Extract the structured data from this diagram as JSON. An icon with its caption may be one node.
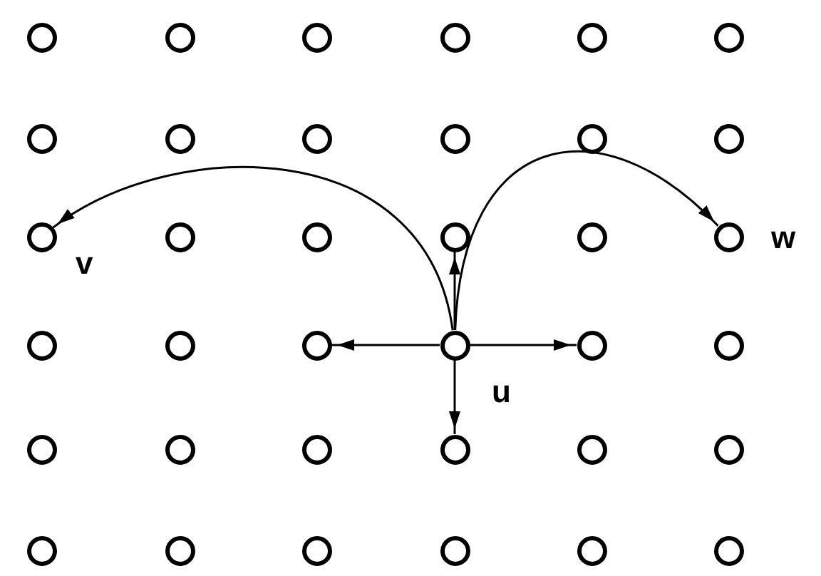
{
  "diagram": {
    "nodes": [
      {
        "text": [],
        "shape": "circle"
      },
      {
        "text": [],
        "shape": "circle"
      },
      {
        "text": [],
        "shape": "circle"
      },
      {
        "text": [],
        "shape": "circle"
      },
      {
        "text": [],
        "shape": "circle"
      },
      {
        "text": [],
        "shape": "circle"
      },
      {
        "text": [],
        "shape": "circle"
      },
      {
        "text": [],
        "shape": "circle"
      },
      {
        "text": [],
        "shape": "circle"
      },
      {
        "text": [],
        "shape": "circle"
      },
      {
        "text": [],
        "shape": "circle"
      },
      {
        "text": [],
        "shape": "circle"
      },
      {
        "text": [],
        "shape": "circle",
        "beside": [
          "v"
        ]
      },
      {
        "text": [],
        "shape": "circle"
      },
      {
        "text": [],
        "shape": "circle"
      },
      {
        "text": [],
        "shape": "circle"
      },
      {
        "text": [],
        "shape": "circle"
      },
      {
        "text": [],
        "shape": "circle",
        "beside": [
          "w"
        ]
      },
      {
        "text": [],
        "shape": "circle"
      },
      {
        "text": [],
        "shape": "circle"
      },
      {
        "text": [],
        "shape": "circle"
      },
      {
        "text": [],
        "shape": "circle",
        "beside": [
          "u"
        ]
      },
      {
        "text": [],
        "shape": "circle"
      },
      {
        "text": [],
        "shape": "circle"
      },
      {
        "text": [],
        "shape": "circle"
      },
      {
        "text": [],
        "shape": "circle"
      },
      {
        "text": [],
        "shape": "circle"
      },
      {
        "text": [],
        "shape": "circle"
      },
      {
        "text": [],
        "shape": "circle"
      },
      {
        "text": [],
        "shape": "circle"
      },
      {
        "text": [],
        "shape": "circle"
      },
      {
        "text": [],
        "shape": "circle"
      },
      {
        "text": [],
        "shape": "circle"
      },
      {
        "text": [],
        "shape": "circle"
      },
      {
        "text": [],
        "shape": "circle"
      },
      {
        "text": [],
        "shape": "circle"
      }
    ],
    "edges": [
      {
        "from": 21,
        "to": 12,
        "arrow": "to"
      },
      {
        "from": 21,
        "to": 17,
        "arrow": "to"
      },
      {
        "from": 21,
        "to": 15,
        "arrow": "to"
      },
      {
        "from": 21,
        "to": 20,
        "arrow": "to"
      },
      {
        "from": 21,
        "to": 22,
        "arrow": "to"
      },
      {
        "from": 21,
        "to": 27,
        "arrow": "to"
      }
    ]
  }
}
